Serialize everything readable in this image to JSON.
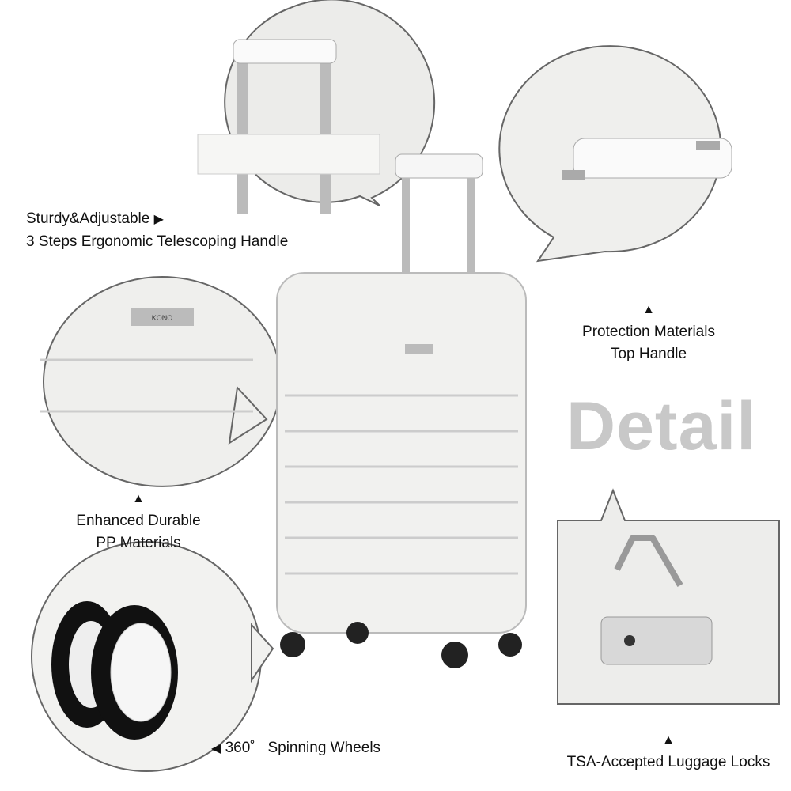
{
  "brand_plate": "KONO",
  "heading": "Detail",
  "features": {
    "handle": {
      "line1": "Sturdy&Adjustable",
      "arrow": "▶",
      "line2": "3 Steps Ergonomic Telescoping Handle"
    },
    "top_handle": {
      "arrow": "▲",
      "line1": "Protection Materials",
      "line2": "Top Handle"
    },
    "materials": {
      "arrow": "▲",
      "line1": "Enhanced Durable",
      "line2": "PP Materials"
    },
    "wheels": {
      "arrow": "◀",
      "line1": "360˚   Spinning Wheels"
    },
    "lock": {
      "arrow": "▲",
      "line1": "TSA-Accepted Luggage Locks"
    }
  },
  "colors": {
    "suitcase": "#f1f1ef",
    "outline": "#555555",
    "heading": "#c8c8c8"
  }
}
